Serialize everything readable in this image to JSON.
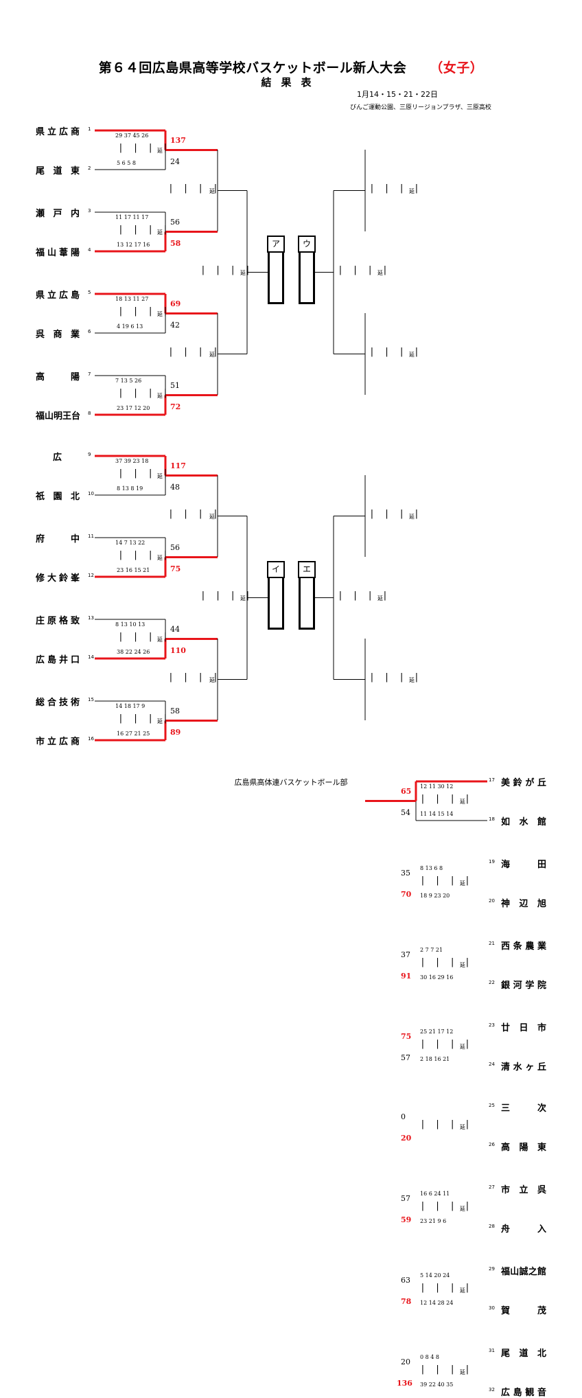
{
  "header": {
    "title": "第６４回広島県高等学校バスケットボール新人大会",
    "title_suffix": "（女子）",
    "subtitle": "結果表",
    "dates": "1月14・15・21・22日",
    "venue": "びんご運動公園、三原リージョンプラザ、三原高校"
  },
  "footer": "広島県高体連バスケットボール部",
  "ot_label": "延",
  "separator": "| | | |",
  "colors": {
    "win": "#e8141a",
    "line": "#000000"
  },
  "blocks": [
    "ア",
    "イ",
    "ウ",
    "エ"
  ],
  "teams": [
    {
      "seed": "1",
      "name": "県立広商"
    },
    {
      "seed": "2",
      "name": "尾道東"
    },
    {
      "seed": "3",
      "name": "瀬戸内"
    },
    {
      "seed": "4",
      "name": "福山葦陽"
    },
    {
      "seed": "5",
      "name": "県立広島"
    },
    {
      "seed": "6",
      "name": "呉商業"
    },
    {
      "seed": "7",
      "name": "高陽"
    },
    {
      "seed": "8",
      "name": "福山明王台"
    },
    {
      "seed": "9",
      "name": "広"
    },
    {
      "seed": "10",
      "name": "祇園北"
    },
    {
      "seed": "11",
      "name": "府中"
    },
    {
      "seed": "12",
      "name": "修大鈴峯"
    },
    {
      "seed": "13",
      "name": "庄原格致"
    },
    {
      "seed": "14",
      "name": "広島井口"
    },
    {
      "seed": "15",
      "name": "総合技術"
    },
    {
      "seed": "16",
      "name": "市立広商"
    },
    {
      "seed": "17",
      "name": "美鈴が丘"
    },
    {
      "seed": "18",
      "name": "如水館"
    },
    {
      "seed": "19",
      "name": "海田"
    },
    {
      "seed": "20",
      "name": "神辺旭"
    },
    {
      "seed": "21",
      "name": "西条農業"
    },
    {
      "seed": "22",
      "name": "銀河学院"
    },
    {
      "seed": "23",
      "name": "廿日市"
    },
    {
      "seed": "24",
      "name": "清水ヶ丘"
    },
    {
      "seed": "25",
      "name": "三次"
    },
    {
      "seed": "26",
      "name": "高陽東"
    },
    {
      "seed": "27",
      "name": "市立呉"
    },
    {
      "seed": "28",
      "name": "舟入"
    },
    {
      "seed": "29",
      "name": "福山誠之館"
    },
    {
      "seed": "30",
      "name": "賀茂"
    },
    {
      "seed": "31",
      "name": "尾道北"
    },
    {
      "seed": "32",
      "name": "広島観音"
    }
  ],
  "matches": [
    {
      "q1": "29 37 45 26",
      "q2": "5  6  5  8",
      "s1": "137",
      "s2": "24",
      "winner": 1
    },
    {
      "q1": "11 17 11 17",
      "q2": "13 12 17 16",
      "s1": "56",
      "s2": "58",
      "winner": 2
    },
    {
      "q1": "18 13 11 27",
      "q2": "4  19  6  13",
      "s1": "69",
      "s2": "42",
      "winner": 1
    },
    {
      "q1": "7  13  5  26",
      "q2": "23 17 12 20",
      "s1": "51",
      "s2": "72",
      "winner": 2
    },
    {
      "q1": "37 39 23 18",
      "q2": "8  13  8  19",
      "s1": "117",
      "s2": "48",
      "winner": 1
    },
    {
      "q1": "14  7  13 22",
      "q2": "23 16 15 21",
      "s1": "56",
      "s2": "75",
      "winner": 2
    },
    {
      "q1": "8  13 10 13",
      "q2": "38 22 24 26",
      "s1": "44",
      "s2": "110",
      "winner": 2
    },
    {
      "q1": "14 18 17  9",
      "q2": "16 27 21 25",
      "s1": "58",
      "s2": "89",
      "winner": 2
    },
    {
      "q1": "12 11 30 12",
      "q2": "11 14 15 14",
      "s1": "65",
      "s2": "54",
      "winner": 1
    },
    {
      "q1": "8  13  6  8",
      "q2": "18  9  23 20",
      "s1": "35",
      "s2": "70",
      "winner": 2
    },
    {
      "q1": "2  7  7  21",
      "q2": "30 16 29 16",
      "s1": "37",
      "s2": "91",
      "winner": 2
    },
    {
      "q1": "25 21 17 12",
      "q2": "2  18 16 21",
      "s1": "75",
      "s2": "57",
      "winner": 1
    },
    {
      "q1": "",
      "q2": "",
      "s1": "0",
      "s2": "20",
      "winner": 2
    },
    {
      "q1": "16  6  24 11",
      "q2": "23 21  9  6",
      "s1": "57",
      "s2": "59",
      "winner": 2
    },
    {
      "q1": "5  14 20 24",
      "q2": "12 14 28 24",
      "s1": "63",
      "s2": "78",
      "winner": 2
    },
    {
      "q1": "0  8  4  8",
      "q2": "39 22 40 35",
      "s1": "20",
      "s2": "136",
      "winner": 2
    }
  ]
}
